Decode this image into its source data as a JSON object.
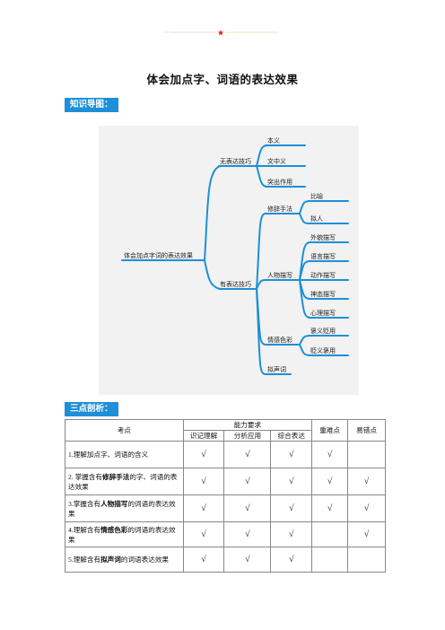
{
  "header": {
    "star": "★"
  },
  "title": "体会加点字、词语的表达效果",
  "sections": {
    "mindmap_label": "知识导图：",
    "analysis_label": "三点剖析："
  },
  "mindmap": {
    "root": "体会加点字词的表达效果",
    "branch_none": "无表达技巧",
    "none_items": [
      "本义",
      "文中义",
      "突出作用"
    ],
    "branch_have": "有表达技巧",
    "rhetoric": "修辞手法",
    "rhetoric_items": [
      "比喻",
      "拟人"
    ],
    "character": "人物描写",
    "character_items": [
      "外貌描写",
      "语言描写",
      "动作描写",
      "神态描写",
      "心理描写"
    ],
    "emotion": "情感色彩",
    "emotion_items": [
      "褒义贬用",
      "贬义褒用"
    ],
    "onomatopoeia": "拟声词"
  },
  "table": {
    "col_topic": "考点",
    "col_ability": "能力要求",
    "col_key": "重难点",
    "col_error": "易错点",
    "sub_cols": [
      "识记理解",
      "分析应用",
      "综合表达"
    ],
    "check": "√",
    "rows": [
      {
        "num": "1.",
        "pre": "理解加点字、词语的含义",
        "bold": "",
        "post": ""
      },
      {
        "num": "2.",
        "pre": " 掌握含有",
        "bold": "修辞手法",
        "post": "的字、词语的表达效果"
      },
      {
        "num": "3.",
        "pre": "掌握含有",
        "bold": "人物描写",
        "post": "的词语的表达效果"
      },
      {
        "num": "4.",
        "pre": "理解含有",
        "bold": "情感色彩",
        "post": "的词语的表达效果"
      },
      {
        "num": "5.",
        "pre": "理解含有",
        "bold": "拟声词",
        "post": "的词语表达效果"
      }
    ]
  }
}
